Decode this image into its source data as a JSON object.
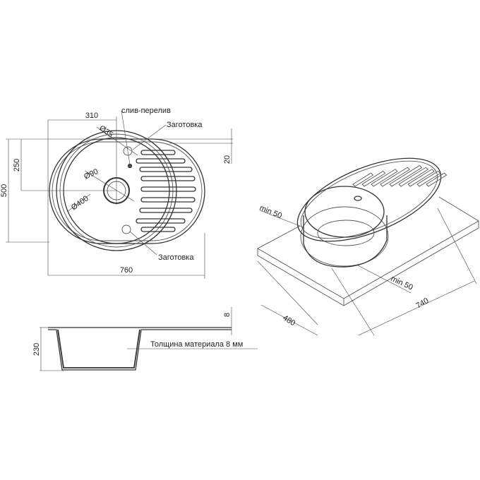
{
  "top_view": {
    "dim_width_total": "760",
    "dim_bowl_center_x": "310",
    "dim_height_total": "500",
    "dim_bowl_center_y": "250",
    "dim_edge_offset": "20",
    "dim_overflow_diameter": "Ø35",
    "dim_drain_diameter": "Ø90",
    "dim_bowl_diameter": "Ø400",
    "label_overflow": "слив-перелив",
    "label_blank_top": "Заготовка",
    "label_blank_bottom": "Заготовка"
  },
  "side_view": {
    "dim_depth": "230",
    "dim_rim_thickness": "8",
    "label_material_thickness": "Толщина материала  8 мм"
  },
  "iso_view": {
    "dim_min_left": "min 50",
    "dim_min_front": "min 50",
    "dim_cutout_depth": "480",
    "dim_cutout_width": "740"
  }
}
